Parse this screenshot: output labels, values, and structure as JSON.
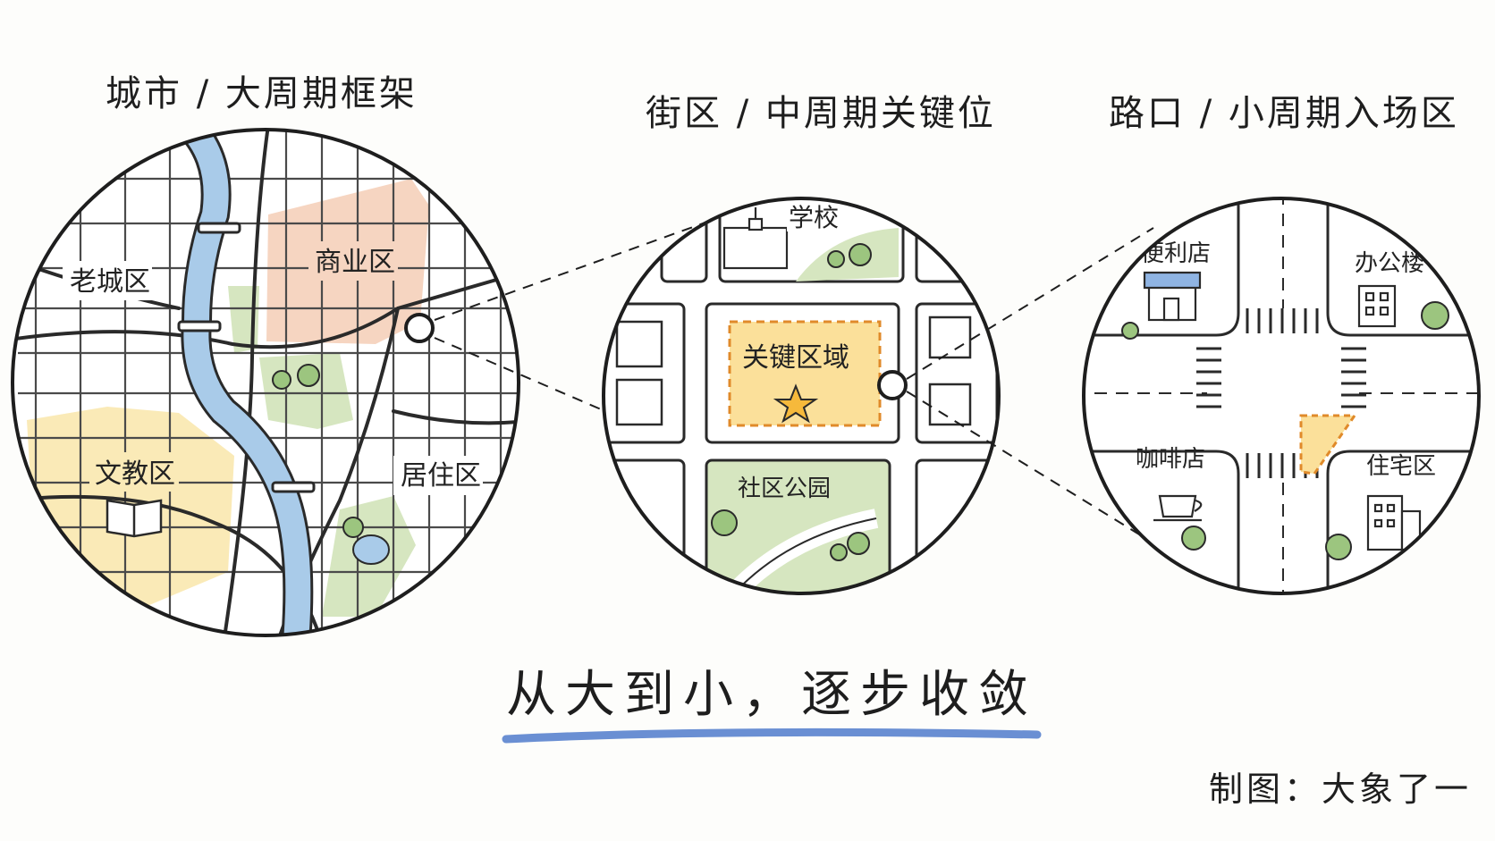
{
  "titles": {
    "city": "城市 / 大周期框架",
    "block": "街区 / 中周期关键位",
    "intersection": "路口 / 小周期入场区"
  },
  "city_map": {
    "districts": {
      "old_town": "老城区",
      "commercial": "商业区",
      "education": "文教区",
      "residential": "居住区"
    }
  },
  "block_map": {
    "labels": {
      "school": "学校",
      "key_area": "关键区域",
      "park": "社区公园"
    }
  },
  "intersection_map": {
    "labels": {
      "convenience_store": "便利店",
      "office": "办公楼",
      "cafe": "咖啡店",
      "residential": "住宅区"
    }
  },
  "tagline": "从大到小，逐步收敛",
  "credit": "制图：大象了一",
  "colors": {
    "river": "#a9cbe9",
    "commercial": "#f6d5c1",
    "education": "#faeab7",
    "park": "#d6e6c0",
    "key_area": "#fbe09a",
    "key_outline": "#e08a2a",
    "underline": "#6a8fd3"
  }
}
